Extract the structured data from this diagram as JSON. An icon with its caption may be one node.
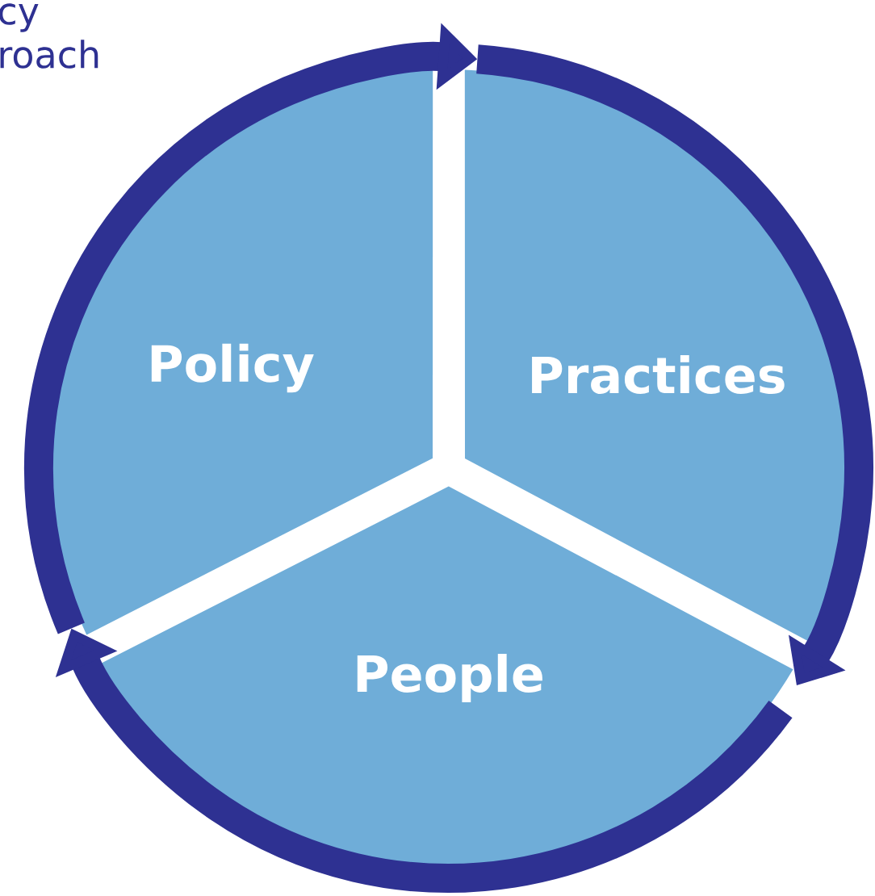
{
  "diagram": {
    "nodes": [
      {
        "text": [
          "Policy"
        ]
      },
      {
        "text": [
          "Practices"
        ]
      },
      {
        "text": [
          "People"
        ]
      }
    ],
    "edges": [
      {
        "from": 0,
        "to": 1,
        "arrow": "to"
      },
      {
        "from": 1,
        "to": 2,
        "arrow": "to"
      },
      {
        "from": 2,
        "to": 0,
        "arrow": "to"
      }
    ],
    "labels": [
      "cy roach"
    ]
  }
}
